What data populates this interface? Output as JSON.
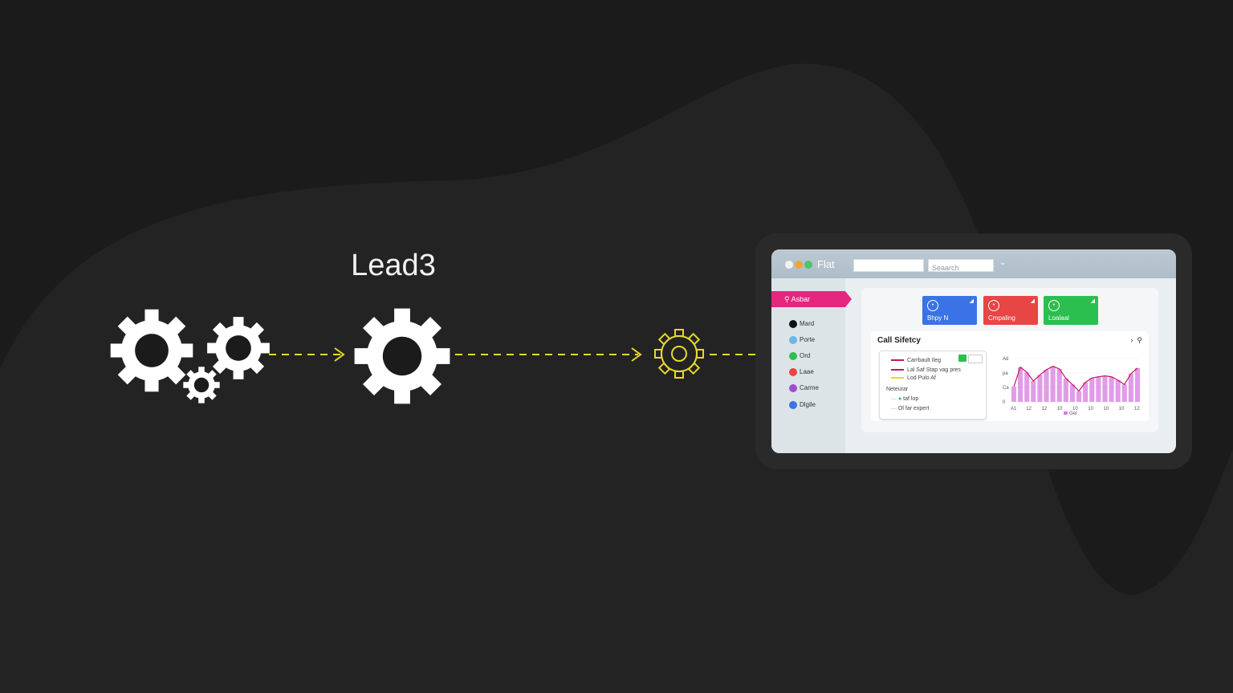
{
  "heading": "Lead3",
  "colors": {
    "background": "#1b1b1b",
    "arrow": "#e6d72e",
    "accent_pink": "#e5267f",
    "tile_blue": "#3a73e6",
    "tile_red": "#e84545",
    "tile_green": "#2bbf4f",
    "chart_line": "#c2185b",
    "chart_fill": "#d77be0"
  },
  "app": {
    "name": "Flat",
    "search_placeholder": "Seaarch",
    "sidebar": {
      "active_label": "Asbar",
      "items": [
        {
          "label": "Mard",
          "color": "#111111"
        },
        {
          "label": "Porte",
          "color": "#6ab8e8"
        },
        {
          "label": "Ord",
          "color": "#2bbf4f"
        },
        {
          "label": "Laae",
          "color": "#e84545"
        },
        {
          "label": "Carme",
          "color": "#a44ccf"
        },
        {
          "label": "Dlgile",
          "color": "#3a73e6"
        }
      ]
    },
    "tiles": [
      {
        "label": "Bhpy N",
        "icon": "clock-icon",
        "color": "#3a73e6"
      },
      {
        "label": "Cmpaling",
        "icon": "refresh-icon",
        "color": "#e84545"
      },
      {
        "label": "Loalaal",
        "icon": "check-circle-icon",
        "color": "#2bbf4f"
      }
    ],
    "card": {
      "title": "Call Sifetcy",
      "legend": [
        {
          "label": "Carrbault Ileg",
          "color": "#c2185b"
        },
        {
          "label": "Lal Saf Stap vag pres",
          "color": "#c2185b"
        },
        {
          "label": "Lod Pulo Af",
          "color": "#e6d72e"
        }
      ],
      "section_label": "Neteurar",
      "sub_items": [
        {
          "label": "taf lop",
          "color": "#2bbf4f"
        },
        {
          "label": "Ol far expert",
          "color": "#666666"
        }
      ]
    },
    "chart_data": {
      "type": "area",
      "title": "",
      "xlabel": "",
      "ylabel": "",
      "y_tick_labels": [
        "Ad",
        "pa",
        "Ca",
        "0"
      ],
      "x_tick_labels": [
        "A1",
        "12",
        "12",
        "10",
        "10",
        "10",
        "10",
        "10",
        "12"
      ],
      "legend": [
        "Gel"
      ],
      "ylim": [
        0,
        100
      ],
      "series": [
        {
          "name": "Gel",
          "values": [
            35,
            80,
            68,
            48,
            62,
            74,
            82,
            76,
            54,
            40,
            25,
            45,
            55,
            58,
            60,
            58,
            50,
            40,
            65,
            78
          ]
        }
      ]
    }
  }
}
